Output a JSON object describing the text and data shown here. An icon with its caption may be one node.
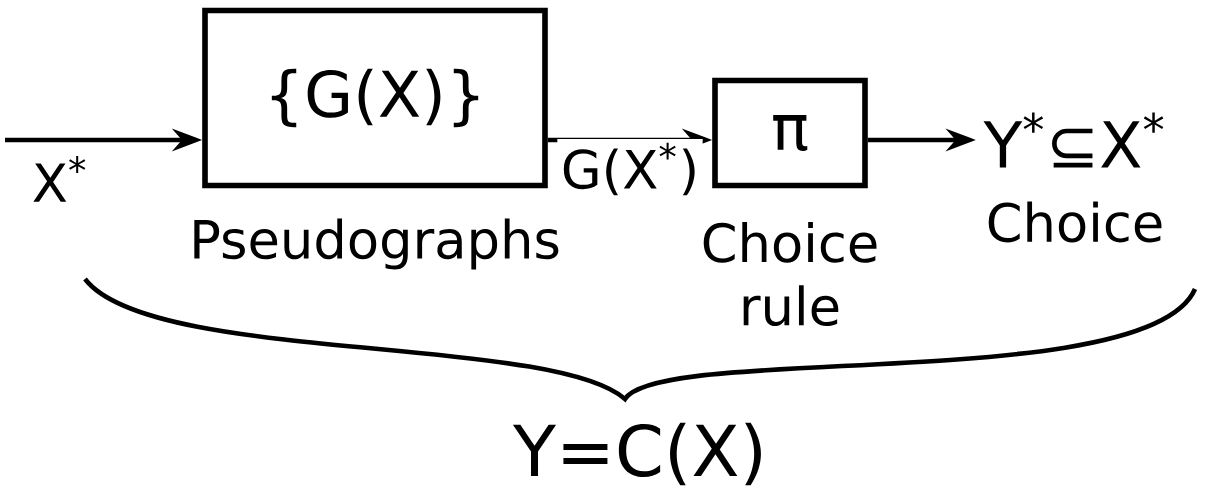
{
  "diagram": {
    "nodes": [
      {
        "text": [
          "{G(X)}"
        ],
        "beside": [
          "Pseudographs"
        ]
      },
      {
        "text": [
          "π"
        ],
        "beside": [
          "Choice rule"
        ]
      },
      {
        "text": [
          "Y$^{*}$⊆X$^{*}$"
        ],
        "beside": [
          "Choice"
        ]
      }
    ],
    "edges": [
      {
        "from": null,
        "to": 0,
        "arrow": "to",
        "label": "X$^{*}$"
      },
      {
        "from": 0,
        "to": 1,
        "arrow": "to",
        "label": "G(X$^{*}$)"
      },
      {
        "from": 1,
        "to": 2,
        "arrow": "to"
      }
    ],
    "labels": [
      "Y=C(X)"
    ]
  }
}
